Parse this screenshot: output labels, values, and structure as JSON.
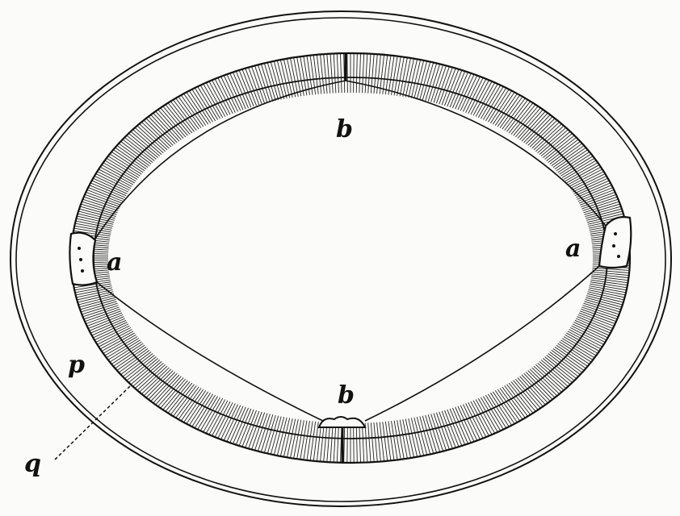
{
  "figure": {
    "labels": {
      "b_top": "b",
      "a_left": "a",
      "a_right": "a",
      "p": "p",
      "b_bottom": "b",
      "q": "q"
    },
    "colors": {
      "ink": "#111111",
      "paper": "#fbfbf9"
    }
  }
}
